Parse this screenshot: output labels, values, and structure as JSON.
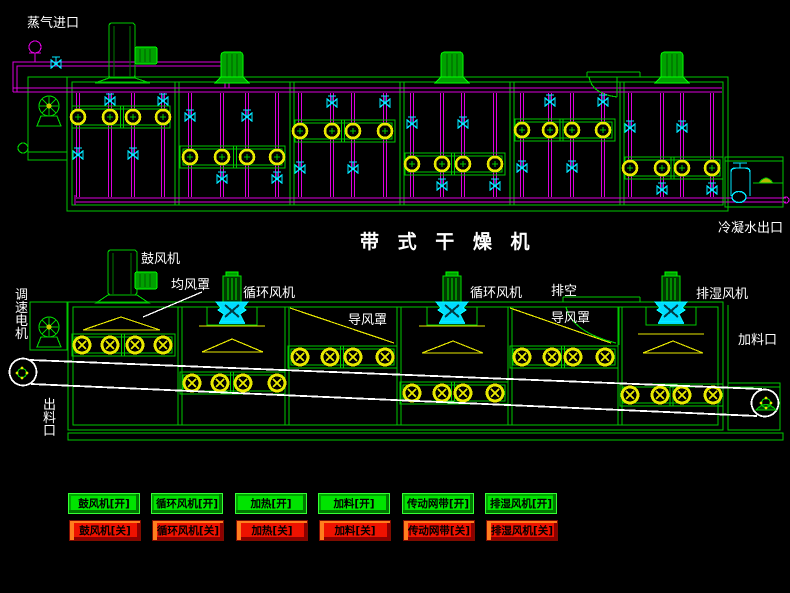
{
  "title": {
    "text": "带 式 干 燥 机"
  },
  "top_diagram": {
    "steam_inlet_label": "蒸气进口",
    "condensate_outlet_label": "冷凝水出口"
  },
  "middle_diagram": {
    "blower_label": "鼓风机",
    "equalizing_hood_label": "均风罩",
    "circulation_fan1_label": "循环风机",
    "guide_hood1_label": "导风罩",
    "circulation_fan2_label": "循环风机",
    "vent_label": "排空",
    "guide_hood2_label": "导风罩",
    "dehumidify_fan_label": "排湿风机",
    "speed_motor_label": "调速电机",
    "feed_inlet_label": "加料口",
    "discharge_outlet_label": "出料口"
  },
  "buttons": {
    "on_row": [
      "鼓风机[开]",
      "循环风机[开]",
      "加热[开]",
      "加料[开]",
      "传动网带[开]",
      "排湿风机[开]"
    ],
    "off_row": [
      "鼓风机[关]",
      "循环风机[关]",
      "加热[关]",
      "加料[关]",
      "传动网带[关]",
      "排湿风机[关]"
    ]
  },
  "colors": {
    "background": "#000000",
    "line_green": "#00c800",
    "bright_green": "#00ff00",
    "magenta": "#dd00dd",
    "cyan": "#00e8ff",
    "yellow": "#e8e800",
    "white": "#ffffff",
    "button_on_face": "#00e400",
    "button_on_shadow": "#007a00",
    "button_off_face": "#ee1200",
    "button_off_highlight": "#ff7d1e",
    "button_off_shadow": "#8c0000"
  }
}
